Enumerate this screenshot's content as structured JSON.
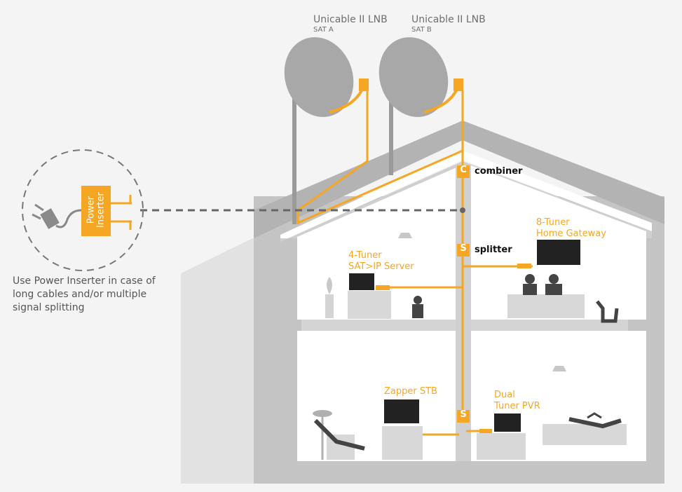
{
  "lnb": [
    {
      "title": "Unicable II LNB",
      "sub": "SAT A"
    },
    {
      "title": "Unicable II LNB",
      "sub": "SAT B"
    }
  ],
  "labels": {
    "combiner": "combiner",
    "splitter": "splitter",
    "server": [
      "4-Tuner",
      "SAT>IP Server"
    ],
    "gateway": [
      "8-Tuner",
      "Home Gateway"
    ],
    "zapper": "Zapper STB",
    "pvr": [
      "Dual",
      "Tuner PVR"
    ],
    "note": [
      "Use Power Inserter in case of",
      "long cables and/or multiple",
      "signal splitting"
    ]
  },
  "badges": {
    "combiner": "C",
    "splitter": "S",
    "splitter_lower": "S"
  },
  "power_inserter": [
    "Power",
    "Inserter"
  ],
  "colors": {
    "accent": "#f5a623",
    "house": "#b8b8b8",
    "interior": "#ffffff",
    "wall": "#c8c8c8"
  }
}
